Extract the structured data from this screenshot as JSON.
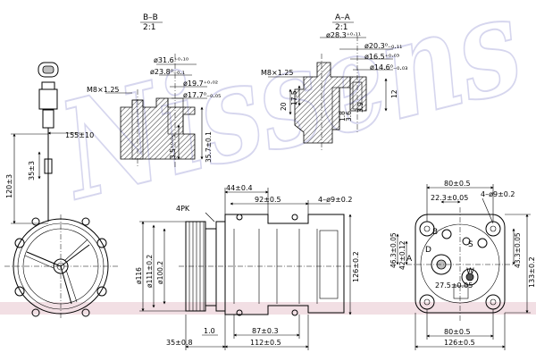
{
  "watermark": "Nissens",
  "section_bb": {
    "title": "B–B",
    "scale": "2:1",
    "labels": [
      "ø31.6⁺⁰·¹⁰",
      "ø23.8⁰₋₀.₁",
      "ø19.7⁺⁰·⁰²",
      "ø17.7⁰₋₀.₀₅",
      "M8×1.25",
      "3.5⁺⁰·⁰₅",
      "35.7±0.1"
    ]
  },
  "section_aa": {
    "title": "A–A",
    "scale": "2:1",
    "labels": [
      "ø28.3⁺⁰·¹¹",
      "ø20.3⁰₋₀.₁₁",
      "ø16.5⁺⁰·⁰³",
      "ø14.6⁰₋₀.₀₃",
      "M8×1.25",
      "20",
      "17.5",
      "1.8",
      "3.6",
      "3.9",
      "12"
    ]
  },
  "connector": {
    "labels": [
      "155±10",
      "35±3",
      "120±3"
    ]
  },
  "side_view": {
    "labels": [
      "44±0.4",
      "92±0.5",
      "4–ø9±0.2",
      "4PK",
      "ø116",
      "ø111±0.2",
      "ø100.2",
      "126±0.2",
      "1.0",
      "87±0.3",
      "35±0.8",
      "112±0.5"
    ]
  },
  "back_view": {
    "labels": [
      "80±0.5",
      "22.3±0.05",
      "4–ø9±0.2",
      "B",
      "A",
      "S",
      "D",
      "W",
      "46.3±0.05",
      "42±0.12",
      "27.5±0.05",
      "43.3±0.05",
      "133±0.2",
      "80±0.5",
      "126±0.5"
    ]
  }
}
